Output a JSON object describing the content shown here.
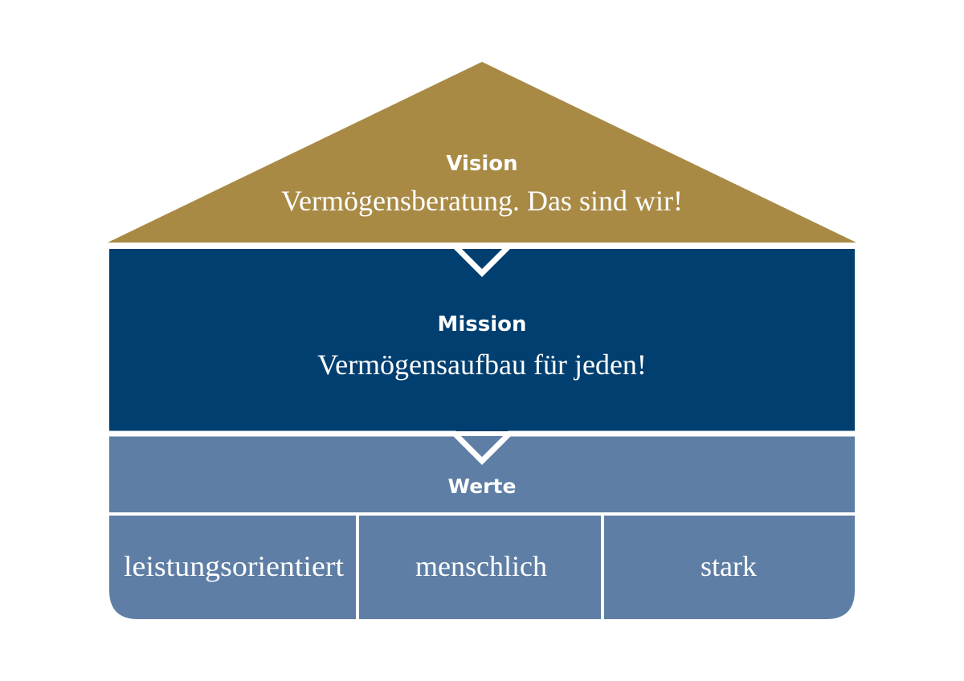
{
  "diagram": {
    "vision": {
      "heading": "Vision",
      "text": "Vermögensberatung. Das sind wir!"
    },
    "mission": {
      "heading": "Mission",
      "text": "Vermögensaufbau für jeden!"
    },
    "werte": {
      "heading": "Werte",
      "items": [
        "leistungsorientiert",
        "menschlich",
        "stark"
      ]
    }
  },
  "colors": {
    "roof": "#a88a45",
    "mission": "#003f70",
    "werte": "#5e7ea5",
    "text": "#ffffff",
    "background": "#ffffff"
  }
}
